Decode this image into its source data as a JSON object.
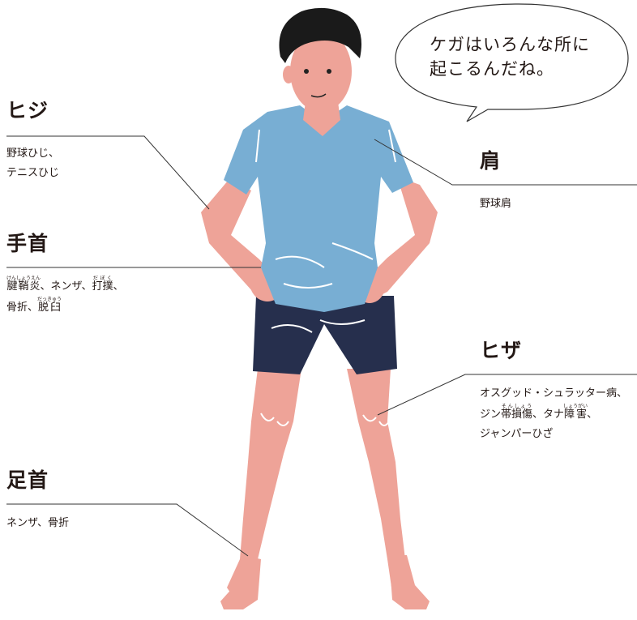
{
  "speech_bubble": {
    "line1": "ケガはいろんな所に",
    "line2": "起こるんだね。"
  },
  "labels": {
    "elbow": {
      "heading": "ヒジ",
      "line1": "野球ひじ、",
      "line2": "テニスひじ"
    },
    "wrist": {
      "heading": "手首",
      "word1": "腱鞘炎",
      "word1_ruby": "けんしょうえん",
      "sep1": "、ネンザ、",
      "word2": "打撲",
      "word2_ruby": "だぼく",
      "sep2": "、",
      "line2_a": "骨折、",
      "word3": "脱臼",
      "word3_ruby": "だっきゅう"
    },
    "shoulder": {
      "heading": "肩",
      "text": "野球肩"
    },
    "knee": {
      "heading": "ヒザ",
      "line1": "オスグッド・シュラッター病、",
      "line2_a": "ジン",
      "word1": "帯損傷",
      "word1_ruby": "そんしょう",
      "line2_b": "、タナ",
      "word2": "障害",
      "word2_ruby": "しょうがい",
      "line2_c": "、",
      "line3": "ジャンパーひざ"
    },
    "ankle": {
      "heading": "足首",
      "text": "ネンザ、骨折"
    }
  },
  "colors": {
    "skin": "#eea398",
    "shirt": "#78aed3",
    "shorts": "#262f4d",
    "hair": "#1a1a1a",
    "line": "#333333"
  }
}
